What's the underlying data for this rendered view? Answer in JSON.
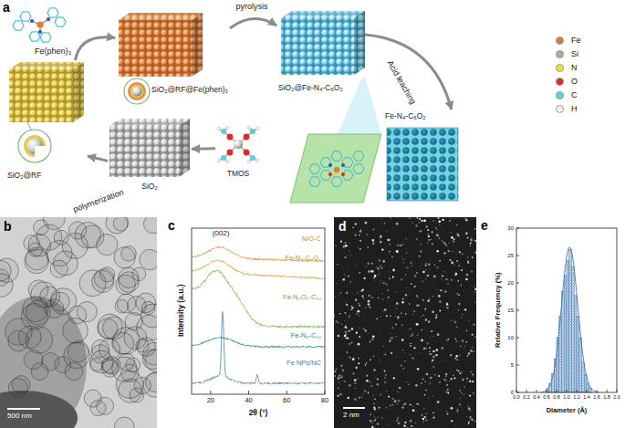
{
  "diagram": {
    "nodes": [
      {
        "text": [
          "SiO₂@RF"
        ]
      },
      {
        "text": [
          "SiO₂@RF@Fe(phen)₃"
        ]
      },
      {
        "text": [
          "SiO₂@Fe-N₄-C₆O₂"
        ]
      },
      {
        "text": [
          "Fe-N₄-C₆O₂"
        ]
      },
      {
        "text": [
          "TMOS"
        ]
      },
      {
        "text": [
          "SiO₂"
        ]
      }
    ],
    "edges": [
      {
        "from": 0,
        "to": 1,
        "arrow": "to",
        "label": "Fe(phen)₃"
      },
      {
        "from": 1,
        "to": 2,
        "arrow": "to",
        "label": "pyrolysis"
      },
      {
        "from": 2,
        "to": 3,
        "arrow": "to",
        "label": "Acid leaching"
      },
      {
        "from": 4,
        "to": 5,
        "arrow": "to"
      },
      {
        "from": 5,
        "to": 0,
        "arrow": "to",
        "label": "polymerization"
      }
    ],
    "labels": [
      "a",
      "b",
      "500 nm",
      "c",
      "(002)",
      "N/O-C",
      "Fe-N₄-C₆O₂",
      "Fe-N₂O₂-C₁₀",
      "Fe-N₄-C₁₀",
      "Fe NPs/NC",
      "Intensity (a.u.)",
      "20",
      "40",
      "60",
      "80",
      "2θ (°)",
      "d",
      "2 nm",
      "e",
      "Relative Frequency (%)",
      "Diameter (Å)",
      "0",
      "5",
      "10",
      "15",
      "20",
      "25",
      "30",
      "0.0",
      "0.2",
      "0.4",
      "0.6",
      "0.8",
      "1.0",
      "1.2",
      "1.4",
      "1.6",
      "1.8",
      "2.0"
    ],
    "legend": [
      {
        "text": "Fe",
        "color": "#e07b39"
      },
      {
        "text": "Si",
        "color": "#a9a9a9"
      },
      {
        "text": "N",
        "color": "#e6e62e"
      },
      {
        "text": "O",
        "color": "#e02a1f"
      },
      {
        "text": "C",
        "color": "#5ccfe0"
      },
      {
        "text": "H",
        "color": "#f2f2f2"
      }
    ]
  }
}
